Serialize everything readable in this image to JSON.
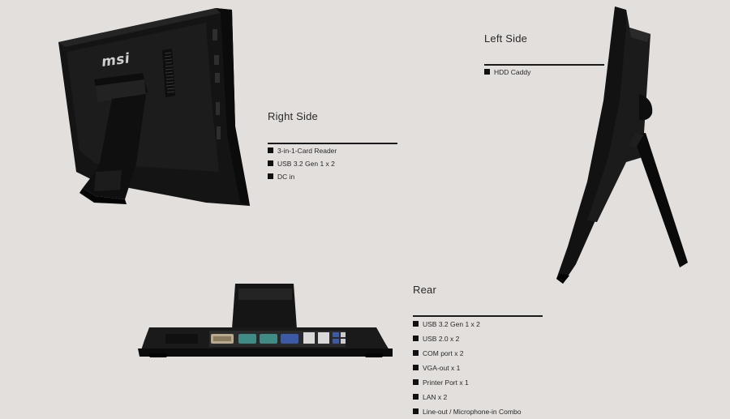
{
  "colors": {
    "background": "#e2dfdd",
    "device": "#151515",
    "rule": "#1b1b1b"
  },
  "sections": {
    "right_side": {
      "title": "Right Side",
      "items": [
        "3-in-1-Card Reader",
        "USB 3.2 Gen 1 x 2",
        "DC in"
      ]
    },
    "left_side": {
      "title": "Left Side",
      "items": [
        "HDD Caddy"
      ]
    },
    "rear": {
      "title": "Rear",
      "items": [
        "USB 3.2 Gen 1 x 2",
        "USB 2.0 x 2",
        "COM port x 2",
        "VGA-out x 1",
        "Printer Port x 1",
        "LAN x 2",
        "Line-out / Microphone-in Combo"
      ]
    }
  },
  "device": {
    "brand_logo": "msi"
  }
}
